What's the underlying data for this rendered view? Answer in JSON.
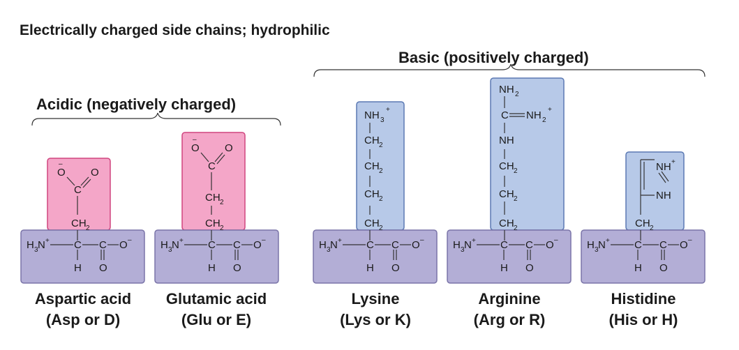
{
  "headings": {
    "main": "Electrically charged side chains; hydrophilic",
    "acidic": "Acidic (negatively charged)",
    "basic": "Basic (positively charged)"
  },
  "colors": {
    "backbone_box": "#b3aed6",
    "acidic_box": "#f4a6c8",
    "basic_box": "#b7c9e8",
    "box_border_backbone": "#7a74a8",
    "box_border_acidic": "#d0457f",
    "box_border_basic": "#5b79b3"
  },
  "amino_acids": [
    {
      "name": "Aspartic acid",
      "abbr": "(Asp or D)"
    },
    {
      "name": "Glutamic acid",
      "abbr": "(Glu or E)"
    },
    {
      "name": "Lysine",
      "abbr": "(Lys or K)"
    },
    {
      "name": "Arginine",
      "abbr": "(Arg or R)"
    },
    {
      "name": "Histidine",
      "abbr": "(His or H)"
    }
  ],
  "chem": {
    "O": "O",
    "C": "C",
    "H": "H",
    "N": "N",
    "CH": "CH",
    "NH": "NH",
    "sub2": "2",
    "sub3": "3",
    "plus": "+",
    "minus": "–",
    "H3N": "H",
    "dash_O": "O"
  }
}
